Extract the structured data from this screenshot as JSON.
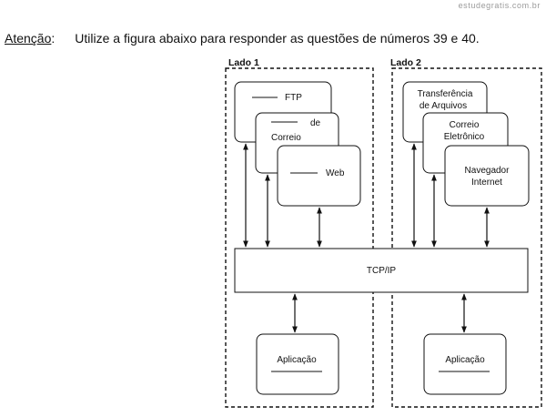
{
  "header": {
    "watermark": "estudegratis.com.br",
    "attention_label": "Atenção",
    "attention_colon": ":",
    "instruction_text": "Utilize a figura abaixo para responder as questões de números 39 e 40."
  },
  "diagram": {
    "side1": {
      "title": "Lado 1",
      "box_ftp": "FTP",
      "box_mail_line1": "de",
      "box_mail_line2": "Correio",
      "box_web": "Web",
      "app": "Aplicação"
    },
    "side2": {
      "title": "Lado 2",
      "box_transfer_line1": "Transferência",
      "box_transfer_line2": "de Arquivos",
      "box_email_line1": "Correio",
      "box_email_line2": "Eletrônico",
      "box_browser_line1": "Navegador",
      "box_browser_line2": "Internet",
      "app": "Aplicação"
    },
    "tcpip": "TCP/IP"
  }
}
